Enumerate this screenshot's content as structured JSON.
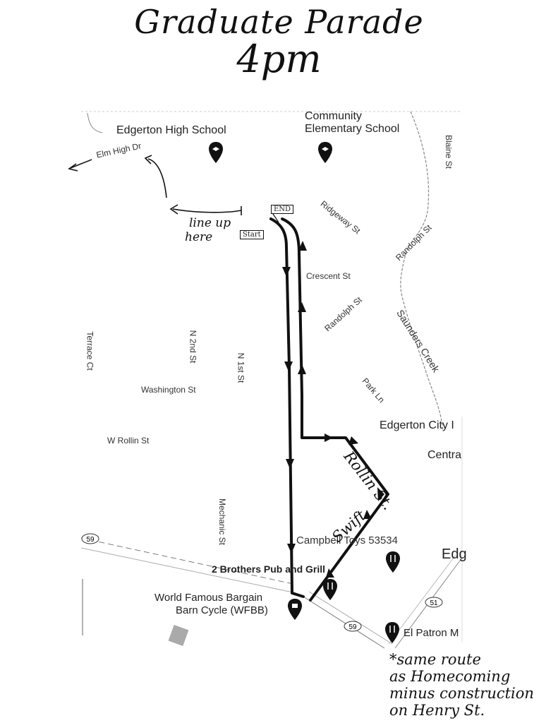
{
  "header": {
    "title": "Graduate Parade",
    "time": "4pm"
  },
  "labels": {
    "edgerton_high_school": "Edgerton High School",
    "community_elementary": "Community",
    "community_elementary_2": "Elementary School",
    "elm_high_dr": "Elm High Dr",
    "ridgeway_st": "Ridgeway St",
    "blaine_st": "Blaine St",
    "randolph_st_1": "Randolph St",
    "crescent_st": "Crescent St",
    "randolph_st_2": "Randolph St",
    "saunders_creek": "Saunders Creek",
    "terrace_ct": "Terrace Ct",
    "n_2nd_st": "N 2nd St",
    "n_1st_st": "N 1st St",
    "washington_st": "Washington St",
    "park_ln": "Park Ln",
    "edgerton_city": "Edgerton City I",
    "centra": "Centra",
    "w_rollin_st": "W Rollin St",
    "mechanic_st": "Mechanic St",
    "campbell_toys": "Campbell Toys 53534",
    "edg": "Edg",
    "two_brothers": "2 Brothers Pub and Grill",
    "world_famous": "World Famous Bargain",
    "world_famous_2": "Barn Cycle (WFBB)",
    "el_patron": "El Patron M",
    "hwy_59_a": "59",
    "hwy_59_b": "59",
    "hwy_51": "51"
  },
  "annotations": {
    "line_up": "line up",
    "here": "here",
    "start": "Start",
    "end": "END",
    "rollin": "Rollin St.",
    "swift": "Swift",
    "note_line1": "*same route",
    "note_line2": "as Homecoming",
    "note_line3": "minus construction",
    "note_line4": "on Henry St."
  }
}
